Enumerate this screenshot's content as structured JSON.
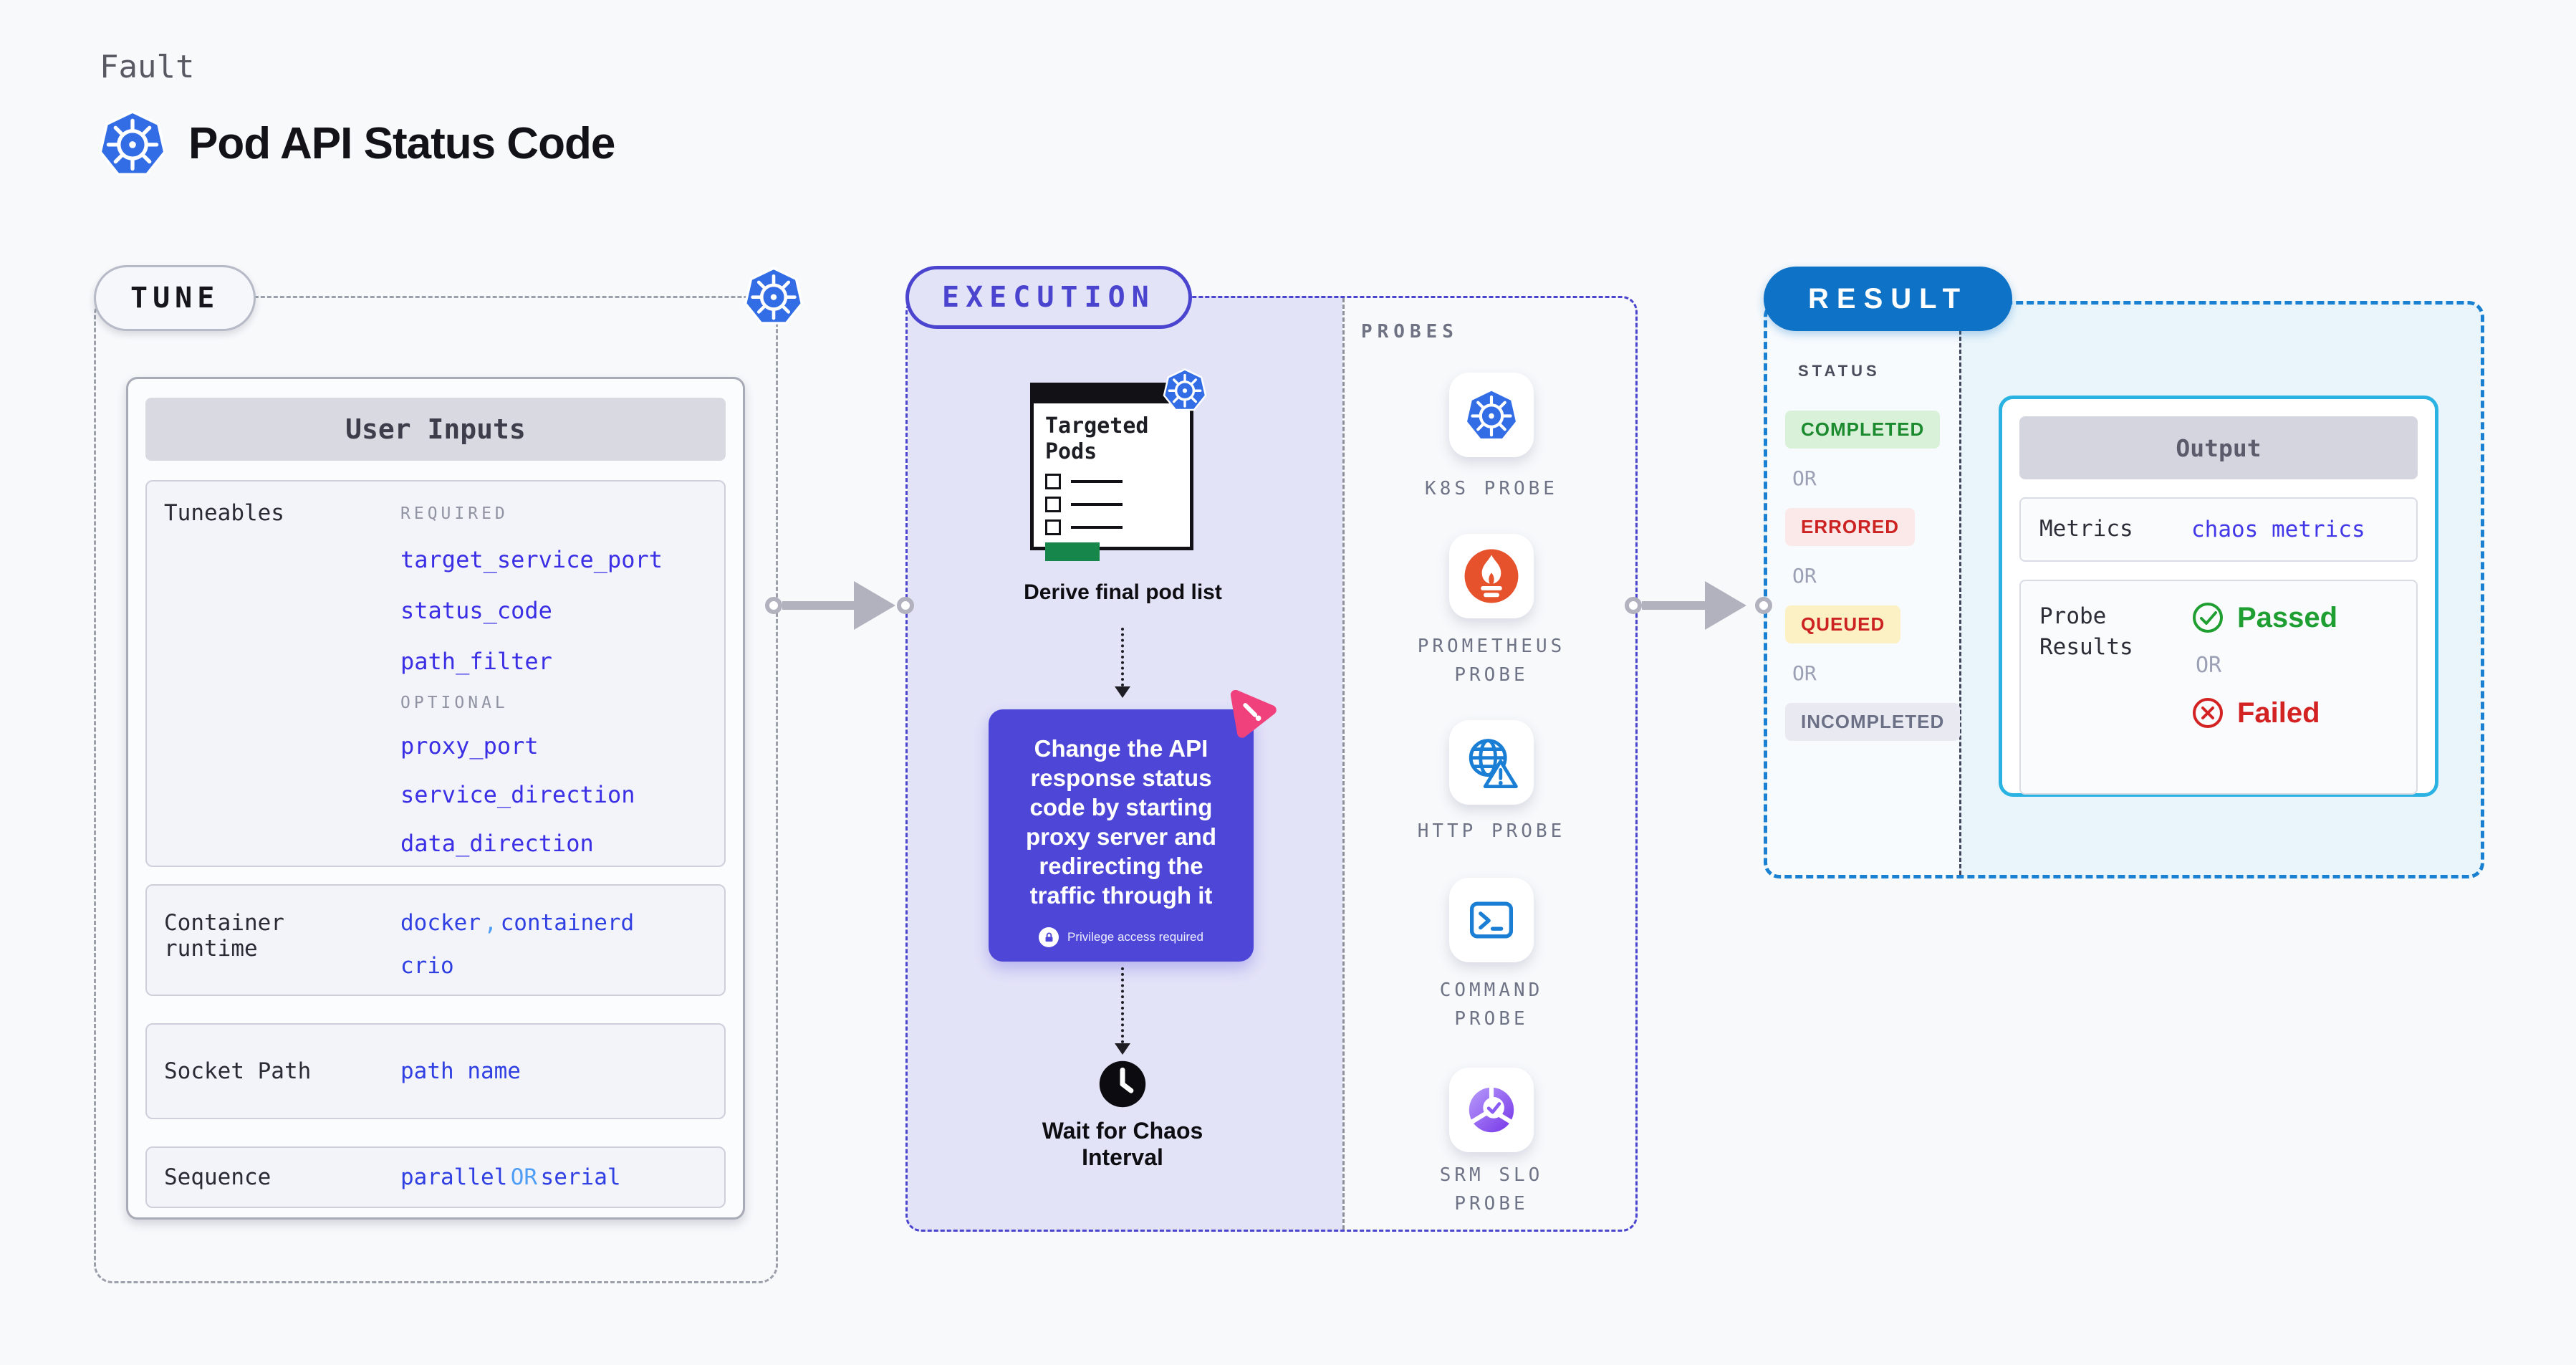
{
  "header": {
    "kicker": "Fault",
    "title": "Pod API Status Code"
  },
  "tune": {
    "badge": "TUNE",
    "user_inputs": {
      "title": "User Inputs",
      "tuneables": {
        "label": "Tuneables",
        "required_label": "REQUIRED",
        "required_items": [
          "target_service_port",
          "status_code",
          "path_filter"
        ],
        "optional_label": "OPTIONAL",
        "optional_items": [
          "proxy_port",
          "service_direction",
          "data_direction"
        ]
      },
      "container_runtime": {
        "label": "Container runtime",
        "values": [
          "docker",
          "containerd",
          "crio"
        ],
        "separator": ","
      },
      "socket_path": {
        "label": "Socket Path",
        "value": "path name"
      },
      "sequence": {
        "label": "Sequence",
        "options": [
          "parallel",
          "serial"
        ],
        "or_label": "OR"
      }
    }
  },
  "execution": {
    "badge": "EXECUTION",
    "targeted_pods_title": "Targeted Pods",
    "derive_label": "Derive final pod list",
    "action_card": {
      "text": "Change the API response status code by starting proxy server and redirecting the traffic through it",
      "privilege_note": "Privilege access required"
    },
    "wait_label": "Wait for Chaos Interval"
  },
  "probes": {
    "label": "PROBES",
    "items": [
      {
        "name": "k8s-probe",
        "label": "K8S PROBE"
      },
      {
        "name": "prometheus-probe",
        "label": "PROMETHEUS PROBE"
      },
      {
        "name": "http-probe",
        "label": "HTTP PROBE"
      },
      {
        "name": "command-probe",
        "label": "COMMAND PROBE"
      },
      {
        "name": "srm-slo-probe",
        "label": "SRM SLO PROBE"
      }
    ]
  },
  "result": {
    "badge": "RESULT",
    "status": {
      "label": "STATUS",
      "or_label": "OR",
      "items": [
        {
          "label": "COMPLETED",
          "type": "completed"
        },
        {
          "label": "ERRORED",
          "type": "errored"
        },
        {
          "label": "QUEUED",
          "type": "queued"
        },
        {
          "label": "INCOMPLETED",
          "type": "incompleted"
        }
      ]
    },
    "output": {
      "title": "Output",
      "metrics_label": "Metrics",
      "metrics_value": "chaos metrics",
      "probe_results_label": "Probe Results",
      "passed_label": "Passed",
      "or_label": "OR",
      "failed_label": "Failed"
    }
  },
  "colors": {
    "kubernetes_blue": "#326de6",
    "indigo_accent": "#4a44cf",
    "link_blue": "#3a2fe4",
    "light_blue": "#4e9ef5",
    "result_blue": "#0e72c6",
    "output_border_cyan": "#29b2e2",
    "success_green": "#1f9e32",
    "error_red": "#cc2222",
    "prometheus_orange": "#e6522c",
    "chaos_pink": "#f0417c",
    "lavender_fill": "#e3e3f8",
    "result_fill_cyan": "#e9f5fb"
  }
}
